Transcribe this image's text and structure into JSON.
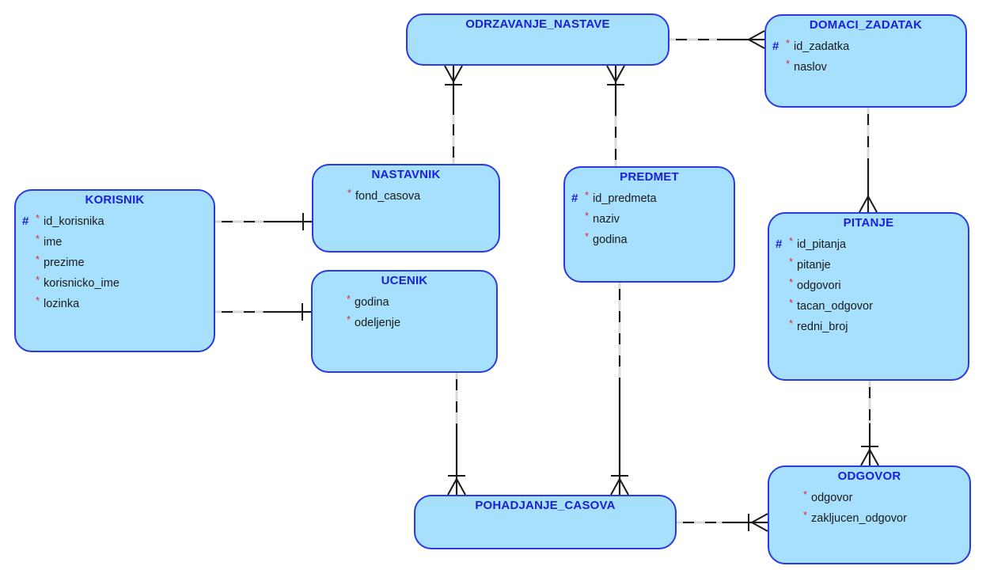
{
  "diagram": {
    "type": "er-diagram",
    "notation": "crows-foot",
    "colors": {
      "entity_fill": "#a6e0fc",
      "entity_border": "#2a3ae0",
      "title_text": "#1a1fd8",
      "pk_marker": "#1a1fd8",
      "required_marker": "#e0253a",
      "relationship_line": "#1a1a1a"
    },
    "markers": {
      "primary_key": "#",
      "required": "*"
    },
    "entities": [
      {
        "id": "odrzavanje_nastave",
        "name": "ODRZAVANJE_NASTAVE",
        "attributes": []
      },
      {
        "id": "domaci_zadatak",
        "name": "DOMACI_ZADATAK",
        "attributes": [
          {
            "name": "id_zadatka",
            "pk": true,
            "required": true
          },
          {
            "name": "naslov",
            "pk": false,
            "required": true
          }
        ]
      },
      {
        "id": "korisnik",
        "name": "KORISNIK",
        "attributes": [
          {
            "name": "id_korisnika",
            "pk": true,
            "required": true
          },
          {
            "name": "ime",
            "pk": false,
            "required": true
          },
          {
            "name": "prezime",
            "pk": false,
            "required": true
          },
          {
            "name": "korisnicko_ime",
            "pk": false,
            "required": true
          },
          {
            "name": "lozinka",
            "pk": false,
            "required": true
          }
        ]
      },
      {
        "id": "nastavnik",
        "name": "NASTAVNIK",
        "attributes": [
          {
            "name": "fond_casova",
            "pk": false,
            "required": true
          }
        ]
      },
      {
        "id": "ucenik",
        "name": "UCENIK",
        "attributes": [
          {
            "name": "godina",
            "pk": false,
            "required": true
          },
          {
            "name": "odeljenje",
            "pk": false,
            "required": true
          }
        ]
      },
      {
        "id": "predmet",
        "name": "PREDMET",
        "attributes": [
          {
            "name": "id_predmeta",
            "pk": true,
            "required": true
          },
          {
            "name": "naziv",
            "pk": false,
            "required": true
          },
          {
            "name": "godina",
            "pk": false,
            "required": true
          }
        ]
      },
      {
        "id": "pitanje",
        "name": "PITANJE",
        "attributes": [
          {
            "name": "id_pitanja",
            "pk": true,
            "required": true
          },
          {
            "name": "pitanje",
            "pk": false,
            "required": true
          },
          {
            "name": "odgovori",
            "pk": false,
            "required": true
          },
          {
            "name": "tacan_odgovor",
            "pk": false,
            "required": true
          },
          {
            "name": "redni_broj",
            "pk": false,
            "required": true
          }
        ]
      },
      {
        "id": "pohadjanje_casova",
        "name": "POHADJANJE_CASOVA",
        "attributes": []
      },
      {
        "id": "odgovor",
        "name": "ODGOVOR",
        "attributes": [
          {
            "name": "odgovor",
            "pk": false,
            "required": true
          },
          {
            "name": "zakljucen_odgovor",
            "pk": false,
            "required": true
          }
        ]
      }
    ],
    "relationships": [
      {
        "from": "korisnik",
        "to": "nastavnik",
        "from_card": "optional-one",
        "to_card": "one"
      },
      {
        "from": "korisnik",
        "to": "ucenik",
        "from_card": "optional-one",
        "to_card": "one"
      },
      {
        "from": "nastavnik",
        "to": "odrzavanje_nastave",
        "from_card": "optional-one",
        "to_card": "one-or-many"
      },
      {
        "from": "predmet",
        "to": "odrzavanje_nastave",
        "from_card": "optional-one",
        "to_card": "one-or-many"
      },
      {
        "from": "odrzavanje_nastave",
        "to": "domaci_zadatak",
        "from_card": "optional-one",
        "to_card": "many"
      },
      {
        "from": "domaci_zadatak",
        "to": "pitanje",
        "from_card": "optional-one",
        "to_card": "many"
      },
      {
        "from": "ucenik",
        "to": "pohadjanje_casova",
        "from_card": "optional-one",
        "to_card": "one-or-many"
      },
      {
        "from": "predmet",
        "to": "pohadjanje_casova",
        "from_card": "optional-one",
        "to_card": "one-or-many"
      },
      {
        "from": "pitanje",
        "to": "odgovor",
        "from_card": "optional-one",
        "to_card": "one-or-many"
      },
      {
        "from": "pohadjanje_casova",
        "to": "odgovor",
        "from_card": "optional-one",
        "to_card": "one-or-many"
      }
    ]
  }
}
